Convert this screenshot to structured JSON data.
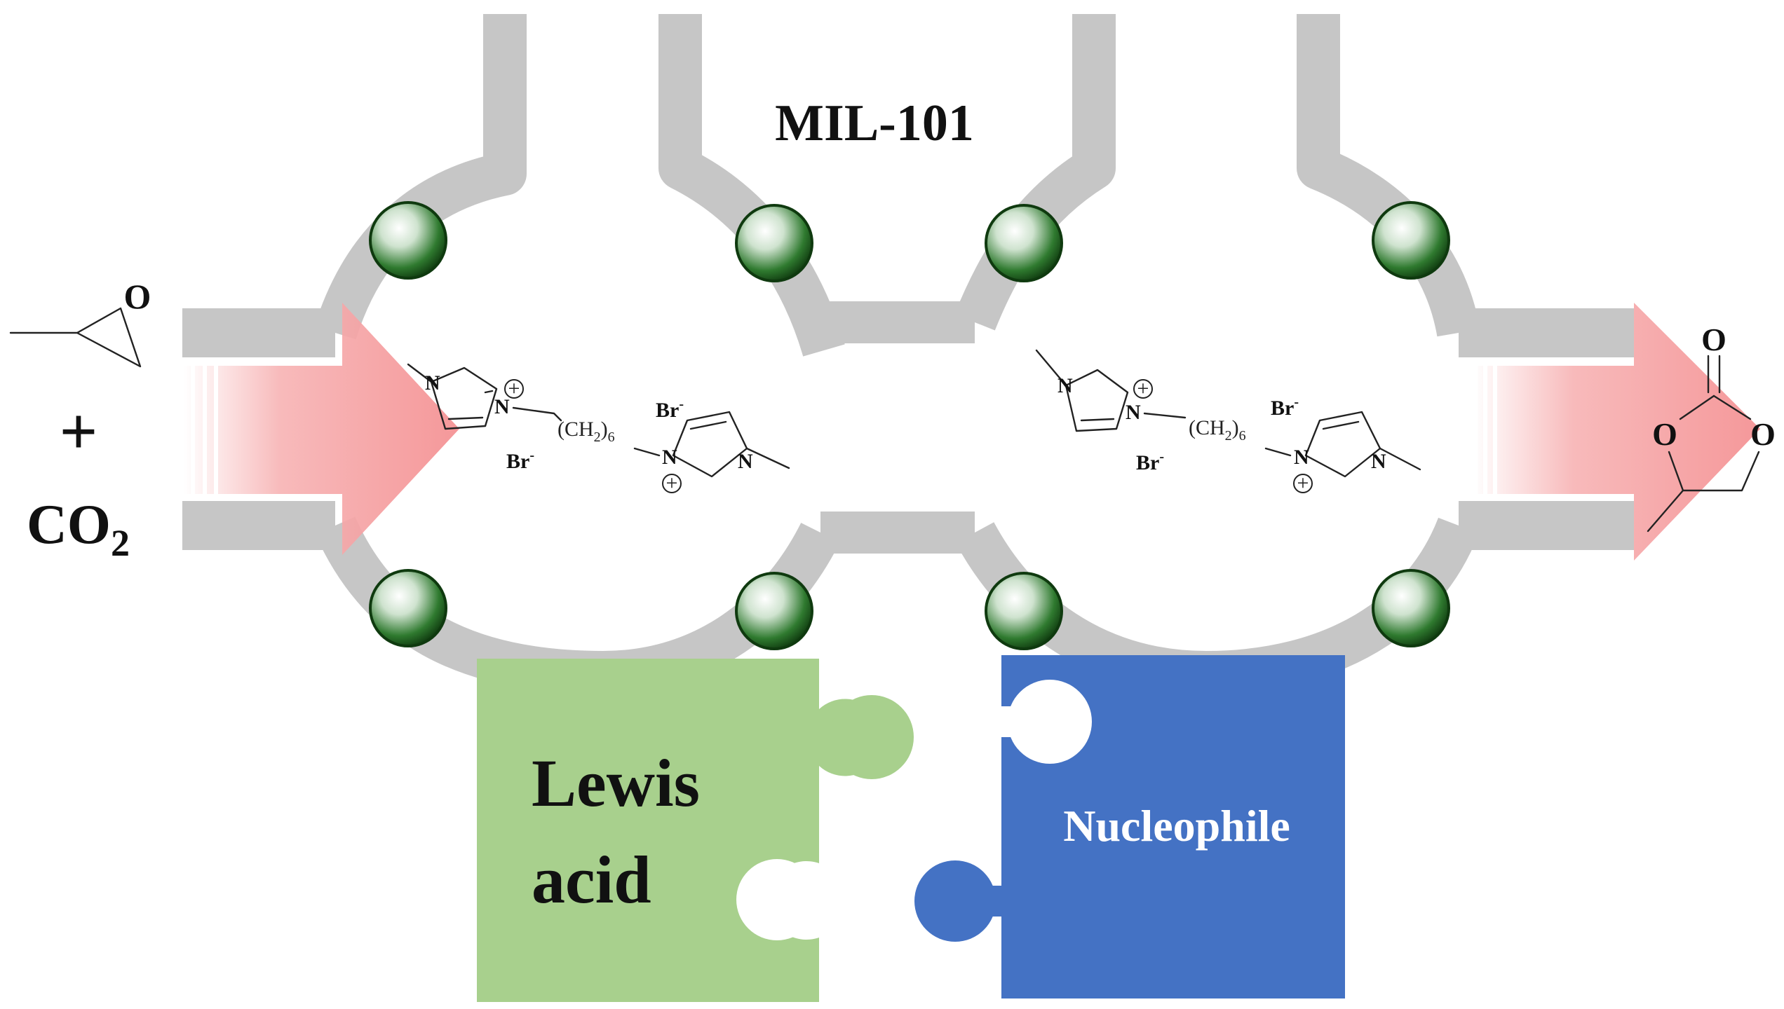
{
  "framework_label": "MIL-101",
  "reactants": {
    "plus": "+",
    "co2_main": "CO",
    "co2_sub": "2",
    "epoxide_oxygen": "O"
  },
  "product": {
    "carbonyl_oxygen": "O",
    "ring_oxygen_left": "O",
    "ring_oxygen_right": "O"
  },
  "ionic_liquid": {
    "n_atom": "N",
    "charge": "+",
    "bromide": "Br",
    "bromide_charge": "-",
    "linker_main": "(CH",
    "linker_sub_2": "2",
    "linker_close": ")",
    "linker_sub_6": "6"
  },
  "puzzle": {
    "lewis_line1": "Lewis",
    "lewis_line2": "acid",
    "nucleophile": "Nucleophile"
  },
  "colors": {
    "wall": "#c6c6c6",
    "arrow": "#f48f91",
    "metal_node": "#1d5a1d",
    "lewis_piece": "#a8d08d",
    "nucleophile_piece": "#4472c4"
  }
}
